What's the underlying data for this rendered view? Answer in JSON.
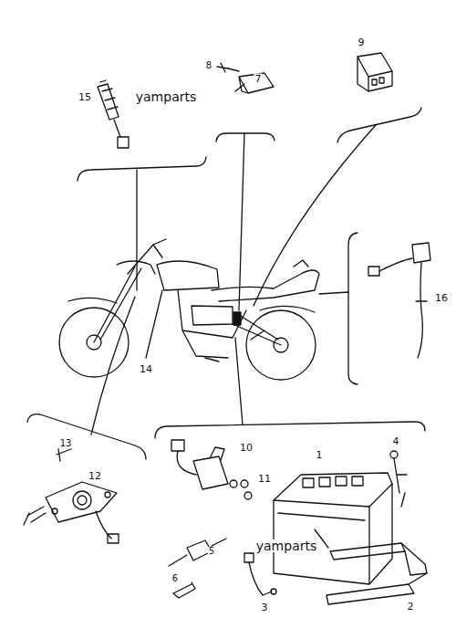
{
  "diagram": {
    "labels": [
      "15",
      "yamparts",
      "8",
      "7",
      "9",
      "16",
      "14",
      "13",
      "12",
      "10",
      "11",
      "4",
      "1",
      "5",
      "yamparts",
      "6",
      "3",
      "2"
    ]
  }
}
